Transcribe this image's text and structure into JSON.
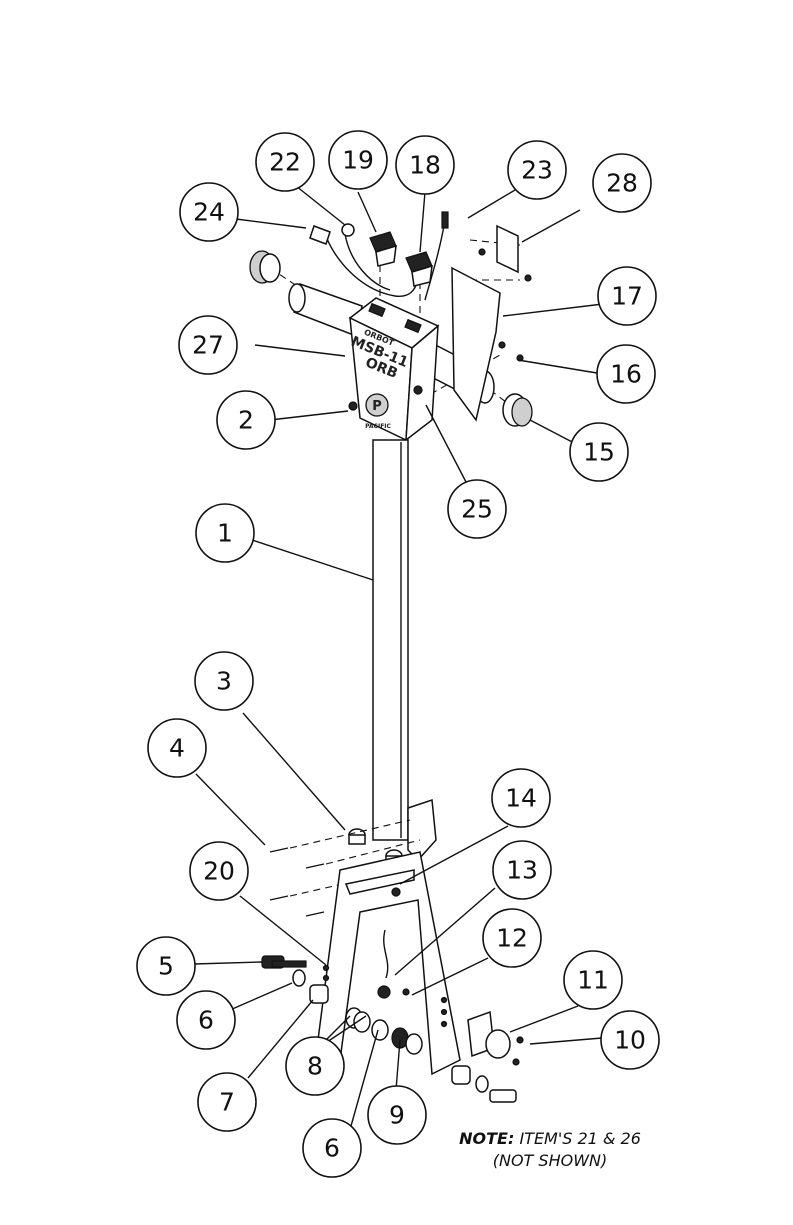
{
  "callouts": [
    {
      "number": "1"
    },
    {
      "number": "2"
    },
    {
      "number": "3"
    },
    {
      "number": "4"
    },
    {
      "number": "5"
    },
    {
      "number": "6"
    },
    {
      "number": "6"
    },
    {
      "number": "7"
    },
    {
      "number": "8"
    },
    {
      "number": "9"
    },
    {
      "number": "10"
    },
    {
      "number": "11"
    },
    {
      "number": "12"
    },
    {
      "number": "13"
    },
    {
      "number": "14"
    },
    {
      "number": "15"
    },
    {
      "number": "16"
    },
    {
      "number": "17"
    },
    {
      "number": "18"
    },
    {
      "number": "19"
    },
    {
      "number": "20"
    },
    {
      "number": "22"
    },
    {
      "number": "23"
    },
    {
      "number": "24"
    },
    {
      "number": "25"
    },
    {
      "number": "27"
    },
    {
      "number": "28"
    }
  ],
  "housing_label": {
    "brand_small": "ORBOT",
    "model_line1": "MSB-11",
    "model_line2": "ORB",
    "logo_letter": "P",
    "logo_text": "PACIFIC"
  },
  "note": {
    "prefix": "NOTE:",
    "text": "ITEM'S 21 & 26",
    "subtext": "(NOT SHOWN)"
  }
}
